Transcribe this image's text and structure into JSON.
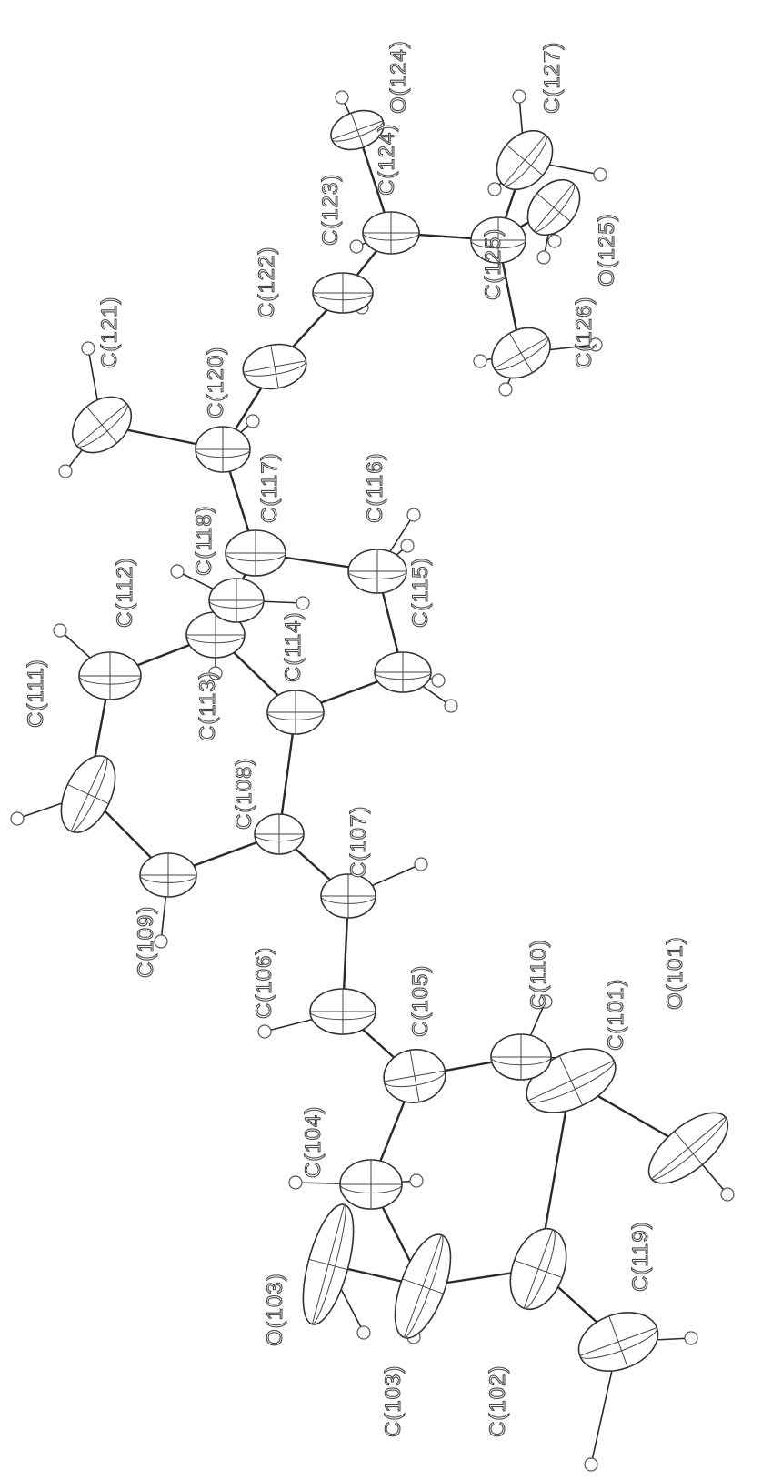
{
  "diagram": {
    "type": "ORTEP crystal structure",
    "orientation": "rotated 90 degrees clockwise",
    "atoms": [
      {
        "id": "C101",
        "label": "C(101)"
      },
      {
        "id": "C102",
        "label": "C(102)"
      },
      {
        "id": "C103",
        "label": "C(103)"
      },
      {
        "id": "C104",
        "label": "C(104)"
      },
      {
        "id": "C105",
        "label": "C(105)"
      },
      {
        "id": "C106",
        "label": "C(106)"
      },
      {
        "id": "C107",
        "label": "C(107)"
      },
      {
        "id": "C108",
        "label": "C(108)"
      },
      {
        "id": "C109",
        "label": "C(109)"
      },
      {
        "id": "C110",
        "label": "C(110)"
      },
      {
        "id": "C111",
        "label": "C(111)"
      },
      {
        "id": "C112",
        "label": "C(112)"
      },
      {
        "id": "C113",
        "label": "C(113)"
      },
      {
        "id": "C114",
        "label": "C(114)"
      },
      {
        "id": "C115",
        "label": "C(115)"
      },
      {
        "id": "C116",
        "label": "C(116)"
      },
      {
        "id": "C117",
        "label": "C(117)"
      },
      {
        "id": "C118",
        "label": "C(118)"
      },
      {
        "id": "C119",
        "label": "C(119)"
      },
      {
        "id": "C120",
        "label": "C(120)"
      },
      {
        "id": "C121",
        "label": "C(121)"
      },
      {
        "id": "C122",
        "label": "C(122)"
      },
      {
        "id": "C123",
        "label": "C(123)"
      },
      {
        "id": "C124",
        "label": "C(124)"
      },
      {
        "id": "C125",
        "label": "C(125)"
      },
      {
        "id": "C126",
        "label": "C(126)"
      },
      {
        "id": "C127",
        "label": "C(127)"
      },
      {
        "id": "O101",
        "label": "O(101)"
      },
      {
        "id": "O103",
        "label": "O(103)"
      },
      {
        "id": "O124",
        "label": "O(124)"
      },
      {
        "id": "O125",
        "label": "O(125)"
      }
    ],
    "bonds": [
      [
        "C101",
        "C102"
      ],
      [
        "C102",
        "C103"
      ],
      [
        "C103",
        "C104"
      ],
      [
        "C104",
        "C105"
      ],
      [
        "C105",
        "C110"
      ],
      [
        "C110",
        "C101"
      ],
      [
        "C101",
        "O101"
      ],
      [
        "C103",
        "O103"
      ],
      [
        "C102",
        "C119"
      ],
      [
        "C105",
        "C106"
      ],
      [
        "C106",
        "C107"
      ],
      [
        "C107",
        "C108"
      ],
      [
        "C108",
        "C109"
      ],
      [
        "C109",
        "C111"
      ],
      [
        "C111",
        "C112"
      ],
      [
        "C112",
        "C113"
      ],
      [
        "C113",
        "C114"
      ],
      [
        "C114",
        "C108"
      ],
      [
        "C114",
        "C115"
      ],
      [
        "C115",
        "C116"
      ],
      [
        "C116",
        "C117"
      ],
      [
        "C117",
        "C113"
      ],
      [
        "C113",
        "C118"
      ],
      [
        "C117",
        "C120"
      ],
      [
        "C120",
        "C121"
      ],
      [
        "C120",
        "C122"
      ],
      [
        "C122",
        "C123"
      ],
      [
        "C123",
        "C124"
      ],
      [
        "C124",
        "O124"
      ],
      [
        "C124",
        "C125"
      ],
      [
        "C125",
        "C126"
      ],
      [
        "C125",
        "C127"
      ],
      [
        "C125",
        "O125"
      ]
    ]
  }
}
